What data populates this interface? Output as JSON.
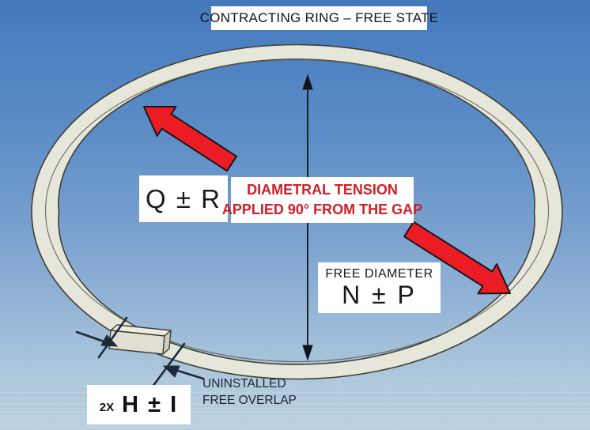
{
  "title": "CONTRACTING RING – FREE STATE",
  "labels": {
    "gap_dimension": "Q ± R",
    "tension_note_line1": "DIAMETRAL TENSION",
    "tension_note_line2": "APPLIED 90° FROM THE GAP",
    "free_diameter_caption": "FREE DIAMETER",
    "free_diameter_value": "N ± P",
    "overlap_qty": "2X",
    "overlap_value": "H ± I",
    "overlap_note_line1": "UNINSTALLED",
    "overlap_note_line2": "FREE OVERLAP"
  },
  "colors": {
    "background_top": "#4a7fc1",
    "background_bottom": "#b9cfde",
    "ring_fill": "#e7e6da",
    "ring_outline": "#3e3e33",
    "arrow_red": "#ec1c24",
    "arrow_outline": "#17171b",
    "note_red": "#cc2127",
    "dimension_dark": "#1c2a3a"
  }
}
